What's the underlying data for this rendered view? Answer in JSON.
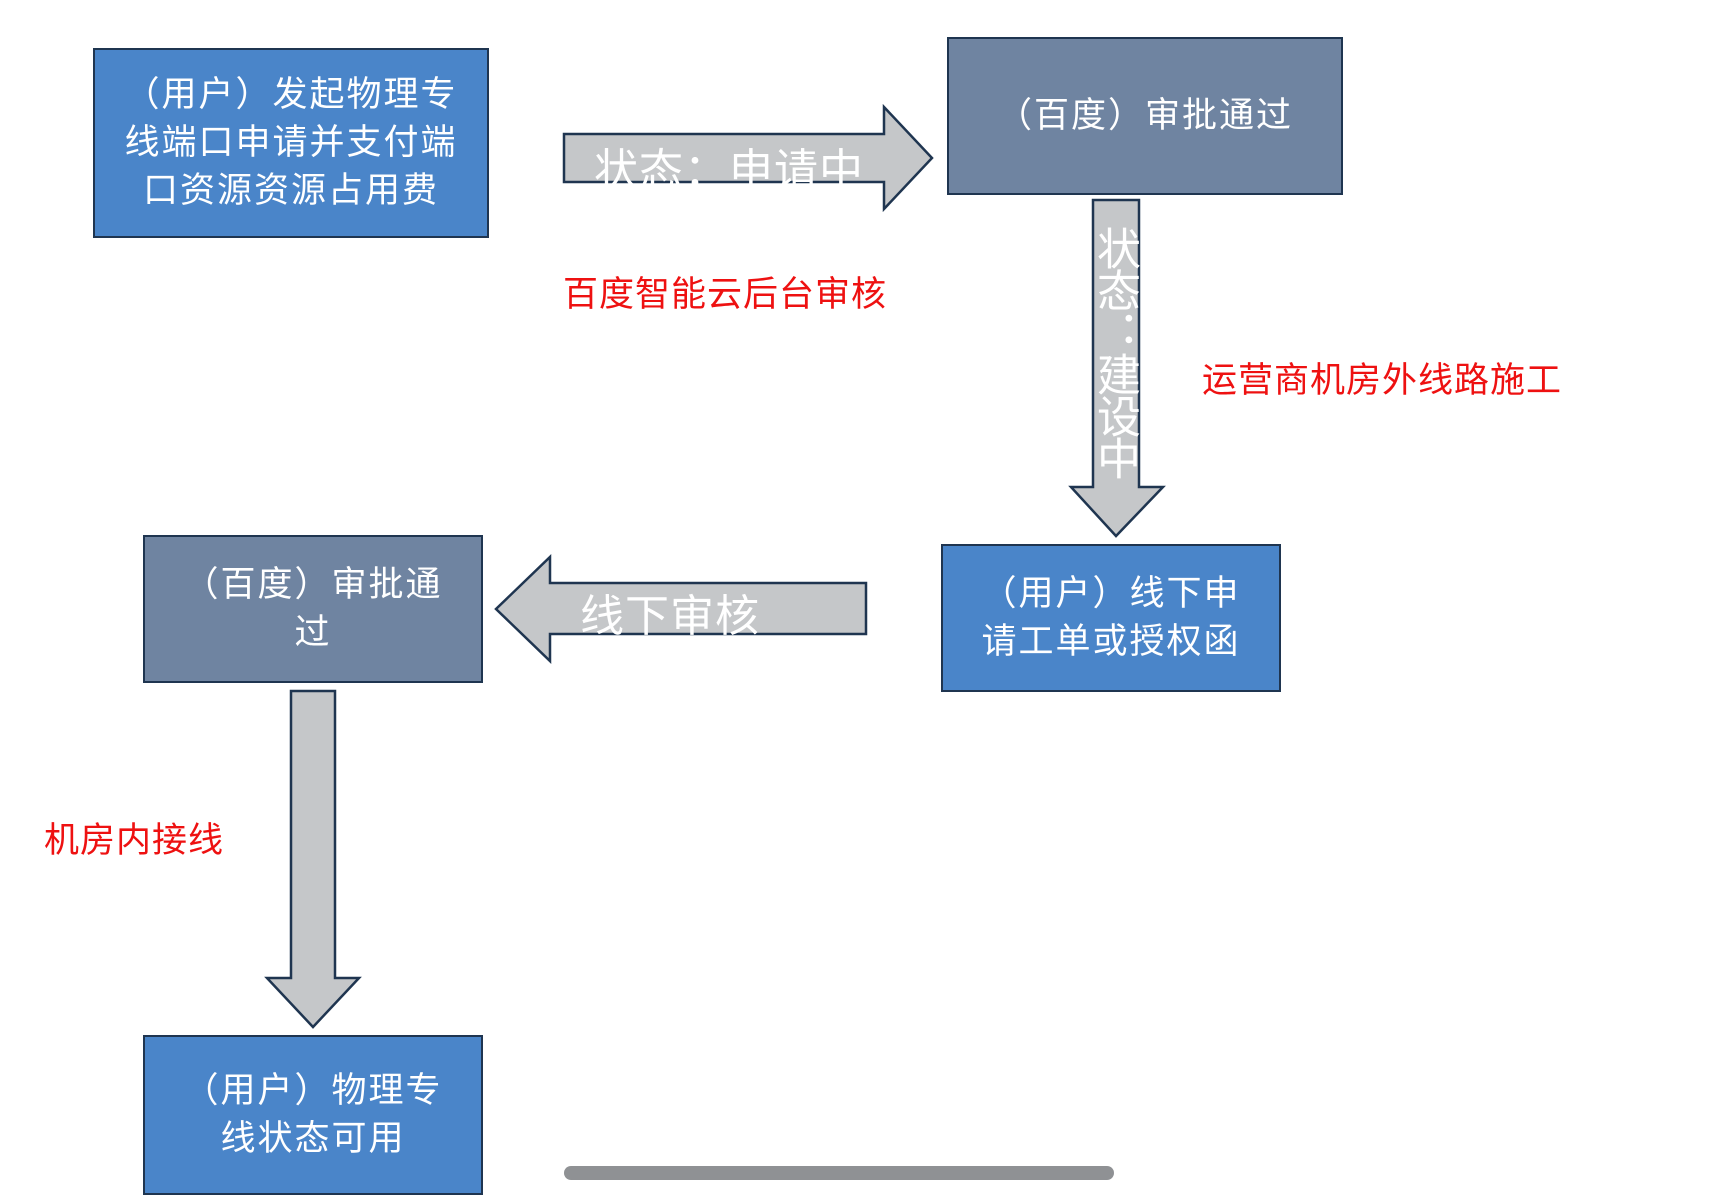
{
  "colors": {
    "user_box": "#4a85c9",
    "baidu_box": "#6f84a1",
    "arrow_fill": "#c5c7c9",
    "border": "#1f3550",
    "note_text": "#ee1111"
  },
  "nodes": {
    "user_apply": "（用户）发起物理专线端口申请并支付端口资源资源占用费",
    "baidu_approve_1": "（百度）审批通过",
    "user_offline": "（用户）线下申请工单或授权函",
    "baidu_approve_2": "（百度）审批通过",
    "user_available": "（用户）物理专线状态可用"
  },
  "arrows": {
    "applying": "状态：申请中",
    "building": "状态：建设中",
    "offline_review": "线下审核"
  },
  "notes": {
    "backend_review": "百度智能云后台审核",
    "carrier_construction": "运营商机房外线路施工",
    "room_wiring": "机房内接线"
  }
}
